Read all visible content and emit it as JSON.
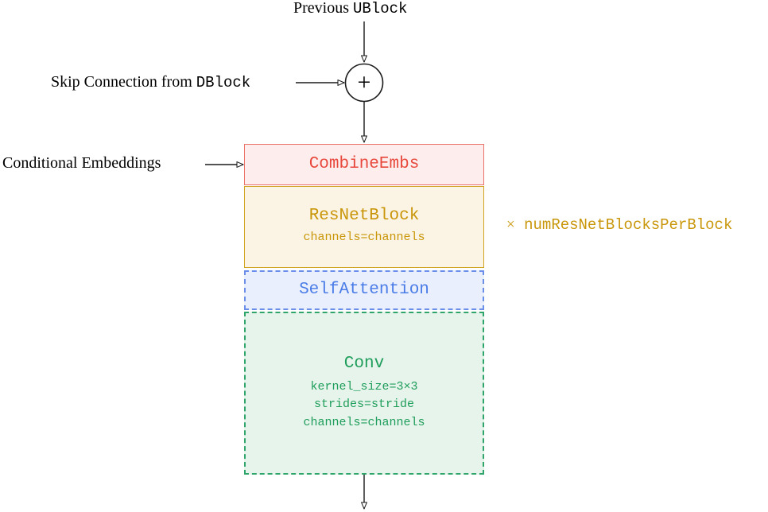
{
  "diagram": {
    "title_label": {
      "prefix": "Previous ",
      "code": "UBlock"
    },
    "skip_label": {
      "prefix": "Skip Connection from ",
      "code": "DBlock"
    },
    "cond_label": {
      "text": "Conditional Embeddings"
    },
    "adder": {
      "symbol": "+"
    },
    "annotation": {
      "times_symbol": "×",
      "text": " numResNetBlocksPerBlock"
    },
    "blocks": [
      {
        "name": "combine-embs",
        "title": "CombineEmbs",
        "params": [],
        "accent": "#e8483c",
        "border": "#e8726a",
        "fill": "#fdeeed",
        "style": "solid"
      },
      {
        "name": "resnet-block",
        "title": "ResNetBlock",
        "params": [
          "channels=channels"
        ],
        "accent": "#c9960a",
        "border": "#cfa320",
        "fill": "#fbf3e3",
        "style": "solid"
      },
      {
        "name": "self-attention",
        "title": "SelfAttention",
        "params": [],
        "accent": "#4a7ce8",
        "border": "#6b8fe8",
        "fill": "#e9effc",
        "style": "dashed"
      },
      {
        "name": "conv",
        "title": "Conv",
        "params": [
          "kernel_size=3×3",
          "strides=stride",
          "channels=channels"
        ],
        "accent": "#1f9d5a",
        "border": "#2fa56b",
        "fill": "#e7f4ec",
        "style": "dashed"
      }
    ]
  }
}
